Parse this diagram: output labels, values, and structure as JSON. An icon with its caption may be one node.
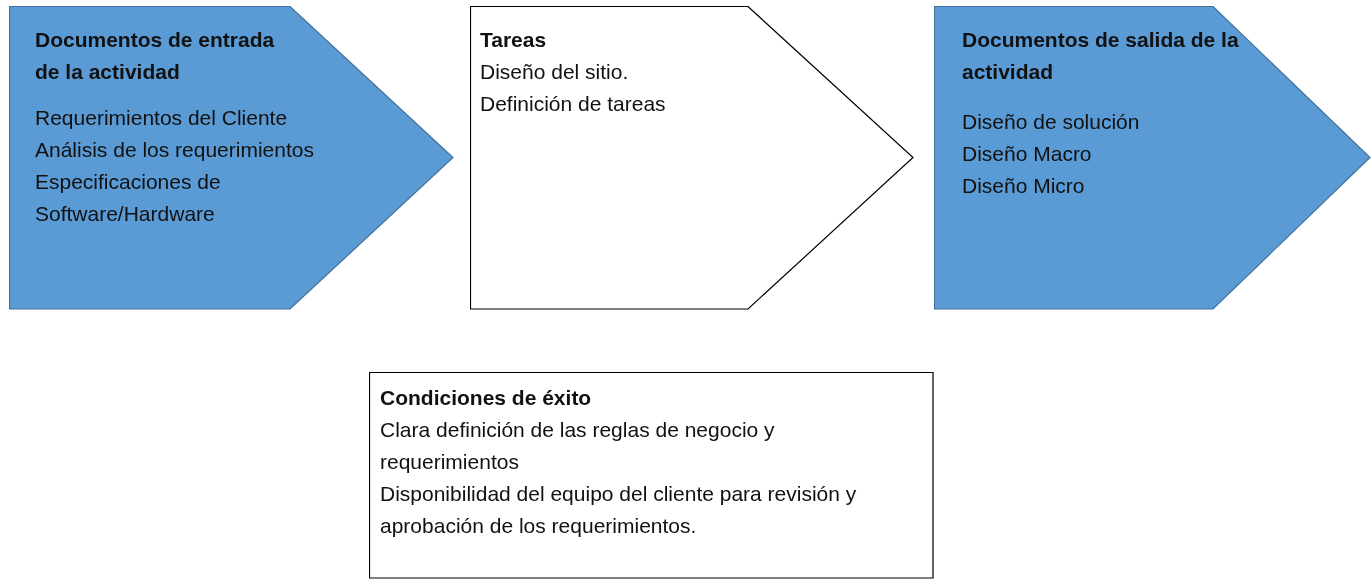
{
  "diagram": {
    "nodes": [
      {
        "text": [
          "Documentos de entrada de la actividad",
          "Requerimientos del Cliente",
          "Análisis de los requerimientos",
          "Especificaciones de Software/Hardware"
        ]
      },
      {
        "text": [
          "Tareas",
          "Diseño del sitio.",
          "Definición de tareas"
        ]
      },
      {
        "text": [
          "Documentos de salida de la actividad",
          "Diseño de solución",
          "Diseño Macro",
          "Diseño Micro"
        ]
      },
      {
        "text": [
          "Condiciones de éxito",
          "Clara definición de las reglas de negocio y requerimientos",
          "Disponibilidad del equipo del cliente para revisión y aprobación de los requerimientos."
        ]
      }
    ]
  }
}
